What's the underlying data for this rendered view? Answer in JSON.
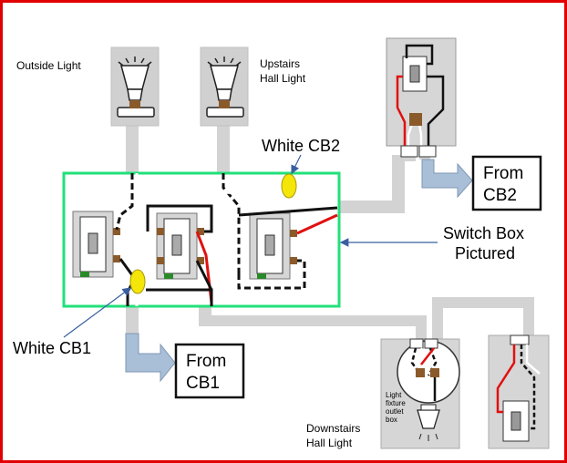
{
  "labels": {
    "outside_light": "Outside Light",
    "upstairs_line1": "Upstairs",
    "upstairs_line2": "Hall Light",
    "white_cb2": "White CB2",
    "white_cb1": "White CB1",
    "from_cb2_line1": "From",
    "from_cb2_line2": "CB2",
    "from_cb1_line1": "From",
    "from_cb1_line2": "CB1",
    "switch_box_line1": "Switch Box",
    "switch_box_line2": "Pictured",
    "downstairs_line1": "Downstairs",
    "downstairs_line2": "Hall Light",
    "fixture_line1": "Light",
    "fixture_line2": "fixture",
    "fixture_line3": "outlet",
    "fixture_line4": "box"
  },
  "colors": {
    "border": "#e00000",
    "switch_box_outline": "#22e07a",
    "conduit": "#d3d3d3",
    "marker": "#f5e60a",
    "arrow": "#a9bfd8",
    "hot_wire": "#e01010"
  }
}
